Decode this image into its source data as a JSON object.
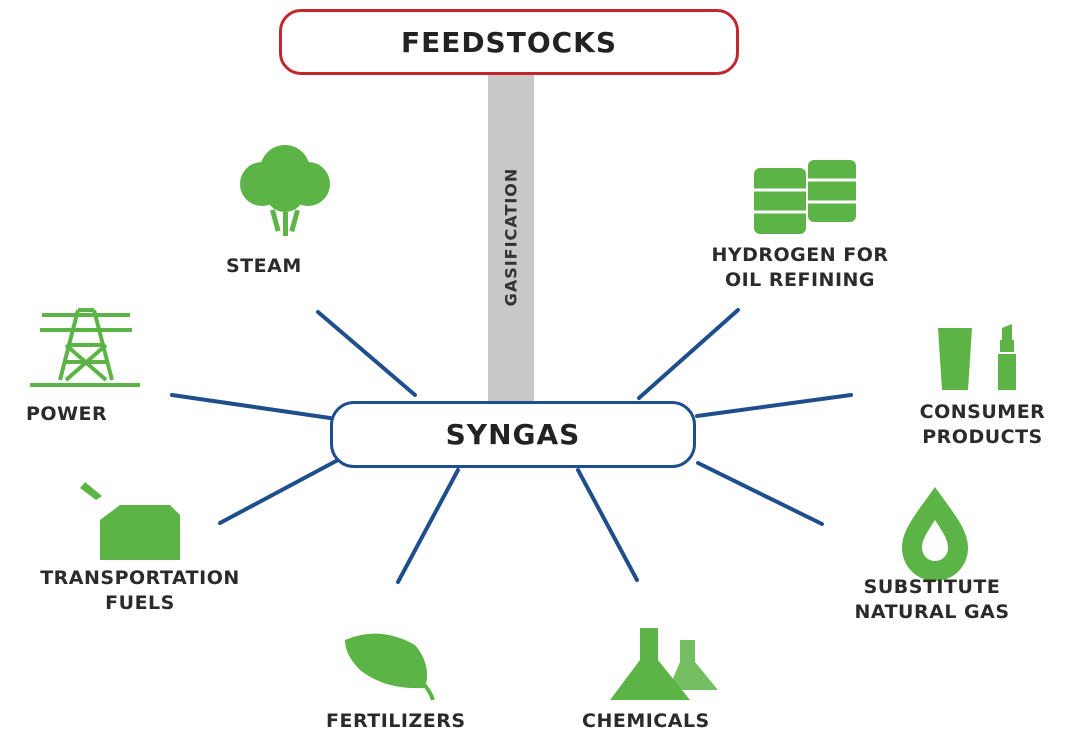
{
  "top_box": "FEEDSTOCKS",
  "connector_label": "GASIFICATION",
  "center_box": "SYNGAS",
  "outputs": {
    "steam": "STEAM",
    "power": "POWER",
    "transportation_fuels": [
      "TRANSPORTATION",
      "FUELS"
    ],
    "fertilizers": "FERTILIZERS",
    "chemicals": "CHEMICALS",
    "substitute_natural_gas": [
      "SUBSTITUTE",
      "NATURAL GAS"
    ],
    "consumer_products": [
      "CONSUMER",
      "PRODUCTS"
    ],
    "hydrogen": [
      "HYDROGEN FOR",
      "OIL REFINING"
    ]
  },
  "colors": {
    "feedstocks_border": "#c0282e",
    "syngas_border": "#1f4e8c",
    "spoke_lines": "#1f4e8c",
    "connector_bar": "#c8c8c8",
    "icons": "#5cb346"
  },
  "icons": [
    "cloud-steam-icon",
    "power-tower-icon",
    "fuel-can-icon",
    "leaf-icon",
    "flask-icon",
    "flame-drop-icon",
    "tube-lipstick-icon",
    "barrels-icon"
  ]
}
